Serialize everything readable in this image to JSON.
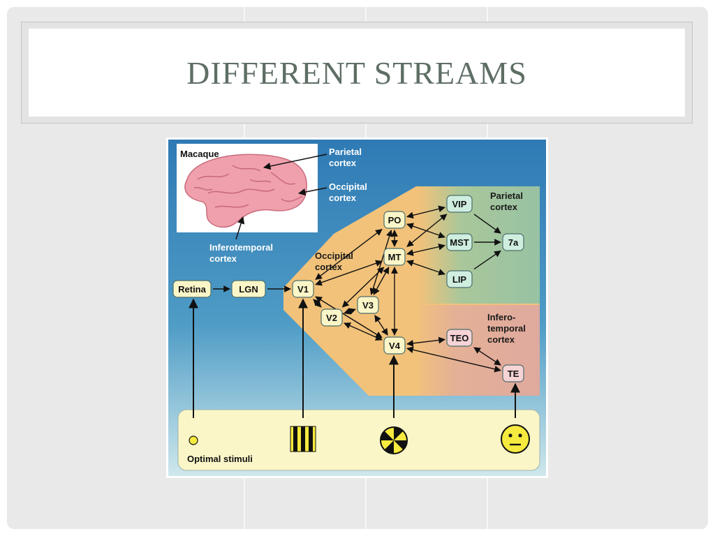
{
  "slide": {
    "title": "DIFFERENT STREAMS"
  },
  "diagram": {
    "inset": {
      "species_label": "Macaque",
      "callouts": [
        {
          "id": "parietal",
          "lines": [
            "Parietal",
            "cortex"
          ]
        },
        {
          "id": "occipital",
          "lines": [
            "Occipital",
            "cortex"
          ]
        },
        {
          "id": "inferotemporal",
          "lines": [
            "Inferotemporal",
            "cortex"
          ]
        }
      ]
    },
    "regions": [
      {
        "id": "occipital",
        "lines": [
          "Occipital",
          "cortex"
        ],
        "color": "#f2c27a"
      },
      {
        "id": "parietal",
        "lines": [
          "Parietal",
          "cortex"
        ],
        "color": "#98c2a3"
      },
      {
        "id": "inferotemporal",
        "lines": [
          "Infero-",
          "temporal",
          "cortex"
        ],
        "color": "#e0aa9e"
      }
    ],
    "nodes": [
      {
        "id": "retina",
        "label": "Retina",
        "group": "early"
      },
      {
        "id": "lgn",
        "label": "LGN",
        "group": "early"
      },
      {
        "id": "v1",
        "label": "V1",
        "group": "occipital"
      },
      {
        "id": "v2",
        "label": "V2",
        "group": "occipital"
      },
      {
        "id": "v3",
        "label": "V3",
        "group": "occipital"
      },
      {
        "id": "v4",
        "label": "V4",
        "group": "occipital"
      },
      {
        "id": "po",
        "label": "PO",
        "group": "occipital"
      },
      {
        "id": "mt",
        "label": "MT",
        "group": "occipital"
      },
      {
        "id": "vip",
        "label": "VIP",
        "group": "parietal"
      },
      {
        "id": "mst",
        "label": "MST",
        "group": "parietal"
      },
      {
        "id": "lip",
        "label": "LIP",
        "group": "parietal"
      },
      {
        "id": "7a",
        "label": "7a",
        "group": "parietal"
      },
      {
        "id": "teo",
        "label": "TEO",
        "group": "inferotemporal"
      },
      {
        "id": "te",
        "label": "TE",
        "group": "inferotemporal"
      }
    ],
    "edges": [
      {
        "from": "retina",
        "to": "lgn",
        "type": "one-way"
      },
      {
        "from": "lgn",
        "to": "v1",
        "type": "one-way"
      },
      {
        "from": "v1",
        "to": "v2",
        "type": "two-way"
      },
      {
        "from": "v1",
        "to": "po",
        "type": "two-way"
      },
      {
        "from": "v1",
        "to": "mt",
        "type": "two-way"
      },
      {
        "from": "v1",
        "to": "v4",
        "type": "two-way"
      },
      {
        "from": "v2",
        "to": "v3",
        "type": "two-way"
      },
      {
        "from": "v2",
        "to": "v4",
        "type": "two-way"
      },
      {
        "from": "v2",
        "to": "mt",
        "type": "two-way"
      },
      {
        "from": "v3",
        "to": "po",
        "type": "two-way"
      },
      {
        "from": "v3",
        "to": "mt",
        "type": "two-way"
      },
      {
        "from": "v3",
        "to": "v4",
        "type": "two-way"
      },
      {
        "from": "po",
        "to": "mt",
        "type": "two-way"
      },
      {
        "from": "mt",
        "to": "v4",
        "type": "two-way"
      },
      {
        "from": "po",
        "to": "vip",
        "type": "two-way"
      },
      {
        "from": "po",
        "to": "mst",
        "type": "two-way"
      },
      {
        "from": "mt",
        "to": "vip",
        "type": "two-way"
      },
      {
        "from": "mt",
        "to": "mst",
        "type": "two-way"
      },
      {
        "from": "mt",
        "to": "lip",
        "type": "two-way"
      },
      {
        "from": "vip",
        "to": "7a",
        "type": "one-way"
      },
      {
        "from": "mst",
        "to": "7a",
        "type": "one-way"
      },
      {
        "from": "lip",
        "to": "7a",
        "type": "one-way"
      },
      {
        "from": "v4",
        "to": "teo",
        "type": "two-way"
      },
      {
        "from": "v4",
        "to": "te",
        "type": "two-way"
      },
      {
        "from": "teo",
        "to": "te",
        "type": "two-way"
      }
    ],
    "stimuli": {
      "label": "Optimal stimuli",
      "items": [
        {
          "id": "dot",
          "icon": "small-dot-icon",
          "target": "retina"
        },
        {
          "id": "bars",
          "icon": "bar-grating-icon",
          "target": "v1"
        },
        {
          "id": "radial",
          "icon": "radial-checkerboard-icon",
          "target": "v4"
        },
        {
          "id": "face",
          "icon": "face-icon",
          "target": "te"
        }
      ]
    },
    "colors": {
      "background_top": "#2f7ab4",
      "background_bottom": "#cfe8ec",
      "node_fill": "#fbf6c8",
      "node_fill_parietal": "#cfeee0",
      "node_fill_it": "#f6d4d6",
      "brain": "#f0a0ad",
      "callout_text": "#ffffff"
    }
  }
}
